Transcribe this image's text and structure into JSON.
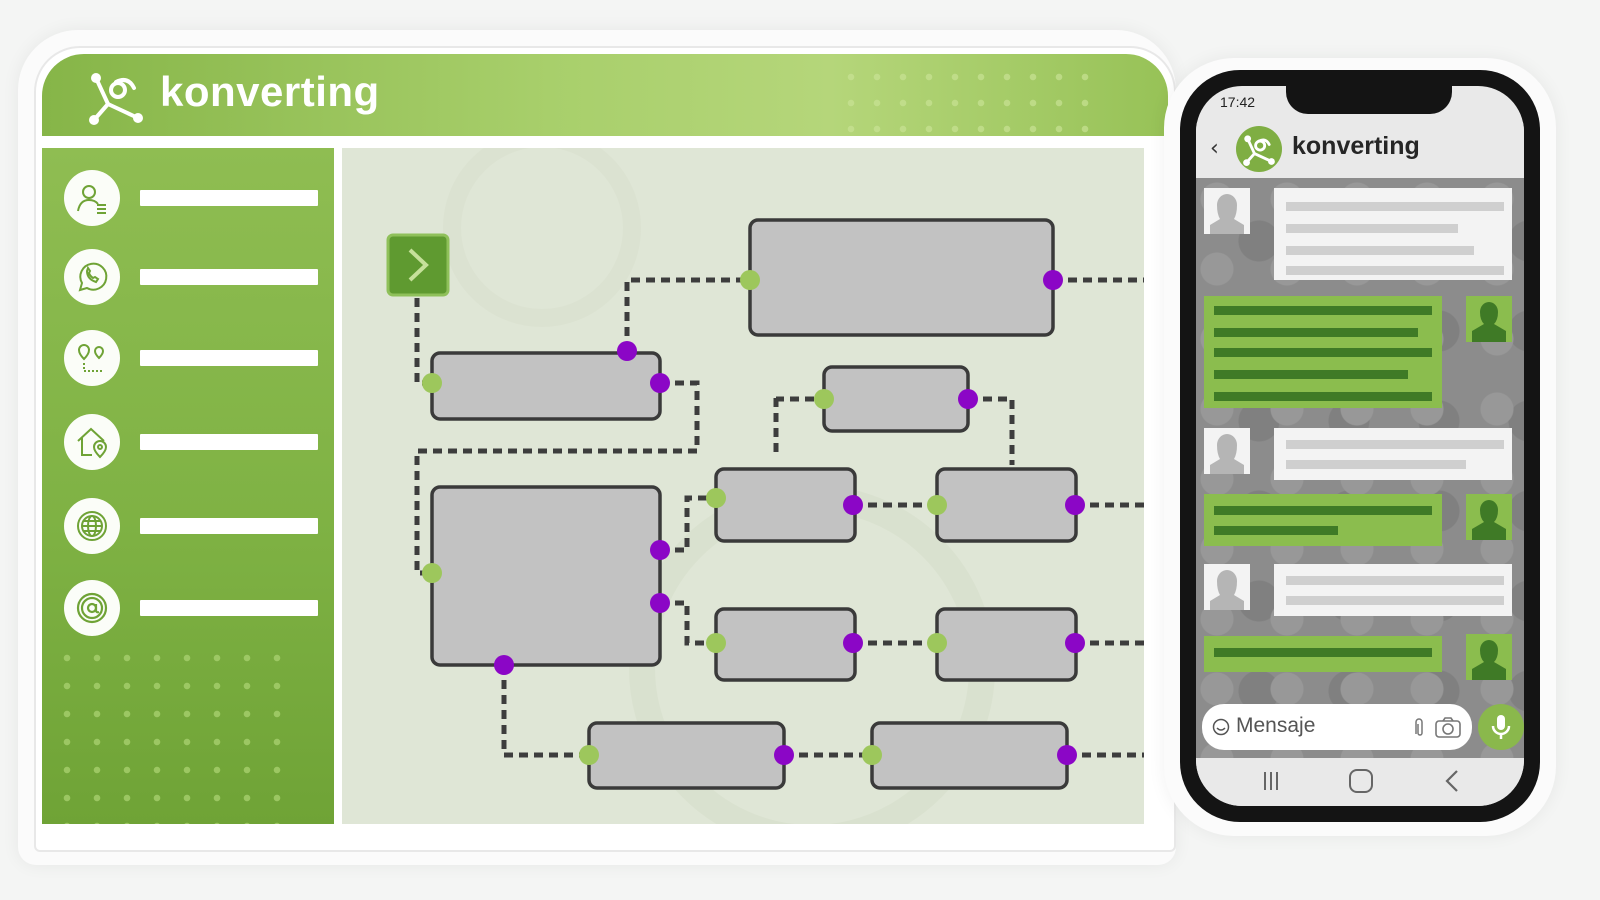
{
  "desktop": {
    "brand": "konverting",
    "sidebar_items": [
      {
        "icon": "contact-list-icon"
      },
      {
        "icon": "whatsapp-phone-icon"
      },
      {
        "icon": "location-map-icon"
      },
      {
        "icon": "home-location-icon"
      },
      {
        "icon": "globe-icon"
      },
      {
        "icon": "at-sign-icon"
      }
    ],
    "flow": {
      "start_node_icon": "chevron-right-icon",
      "colors": {
        "node": "#c2c2c2",
        "input_port": "#9dc75c",
        "output_port": "#8b06c6",
        "connector": "#3d3d3d",
        "start": "#5f9a30"
      }
    }
  },
  "phone": {
    "time": "17:42",
    "back_icon": "back-chevron-icon",
    "contact_name": "konverting",
    "input_placeholder": "Mensaje",
    "colors": {
      "incoming": "#f3f3f3",
      "outgoing": "#8bbd4e",
      "accent": "#7fae43"
    }
  }
}
